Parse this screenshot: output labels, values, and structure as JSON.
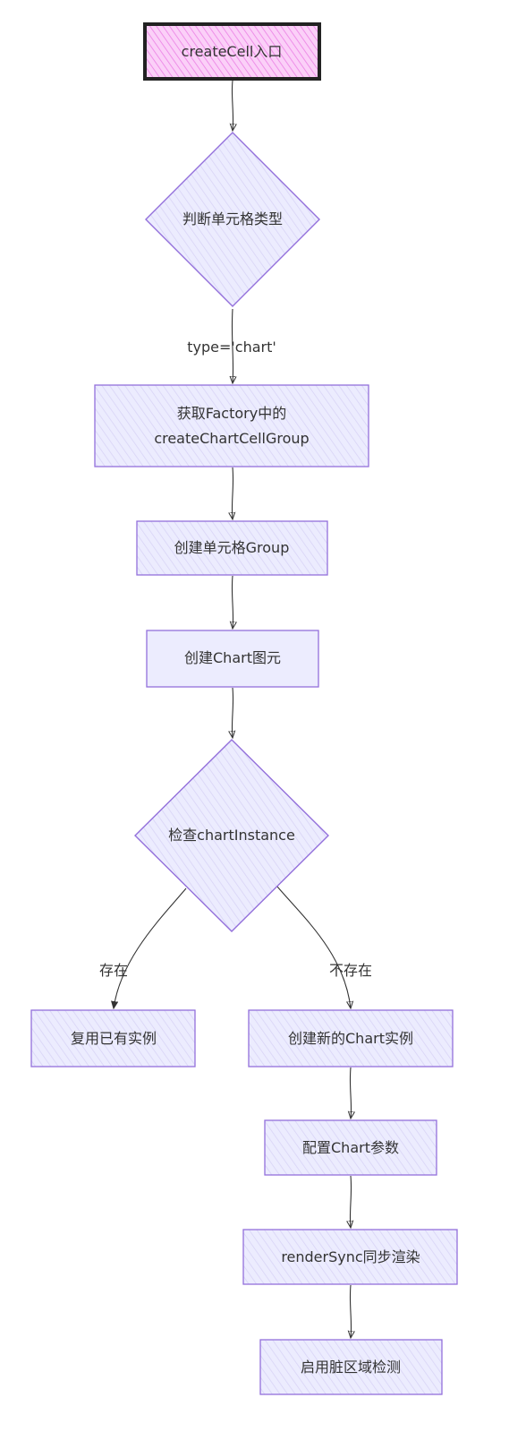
{
  "colors": {
    "node_fill": "#ececfe",
    "node_stroke": "#9370db",
    "start_fill": "#f9a6f4",
    "start_stroke": "#222222",
    "edge_stroke": "#333333",
    "text": "#333333",
    "background": "#ffffff"
  },
  "nodes": {
    "start": {
      "label": "createCell入口"
    },
    "check_type": {
      "label": "判断单元格类型"
    },
    "get_factory": {
      "line1": "获取Factory中的",
      "line2": "createChartCellGroup"
    },
    "create_group": {
      "label": "创建单元格Group"
    },
    "create_chart_graphic": {
      "label": "创建Chart图元"
    },
    "check_instance": {
      "label": "检查chartInstance"
    },
    "reuse_instance": {
      "label": "复用已有实例"
    },
    "create_new_instance": {
      "label": "创建新的Chart实例"
    },
    "config_chart": {
      "label": "配置Chart参数"
    },
    "render_sync": {
      "label": "renderSync同步渲染"
    },
    "enable_dirty": {
      "label": "启用脏区域检测"
    }
  },
  "edges": {
    "type_chart": {
      "label": "type='chart'"
    },
    "exists": {
      "label": "存在"
    },
    "not_exists": {
      "label": "不存在"
    }
  }
}
